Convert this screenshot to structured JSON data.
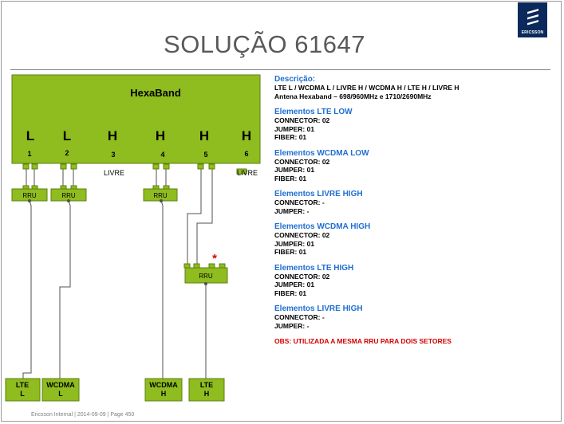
{
  "title": "SOLUÇÃO 61647",
  "logo": {
    "word": "ERICSSON"
  },
  "antenna": {
    "name": "HexaBand",
    "ports": [
      {
        "band": "L",
        "number": "1"
      },
      {
        "band": "L",
        "number": "2"
      },
      {
        "band": "H",
        "number": "3"
      },
      {
        "band": "H",
        "number": "4"
      },
      {
        "band": "H",
        "number": "5"
      },
      {
        "band": "H",
        "number": "6"
      }
    ],
    "livre_labels": [
      "LIVRE",
      "LIVRE"
    ]
  },
  "rru_label": "RRU",
  "sectors": [
    {
      "line1": "LTE",
      "line2": "L"
    },
    {
      "line1": "WCDMA",
      "line2": "L"
    },
    {
      "line1": "WCDMA",
      "line2": "H"
    },
    {
      "line1": "LTE",
      "line2": "H"
    }
  ],
  "asterisk": "*",
  "description": {
    "heading": "Descrição:",
    "line1": "LTE L / WCDMA L / LIVRE H / WCDMA H / LTE H / LIVRE H",
    "line2": "Antena Hexaband – 698/960MHz  e  1710/2690MHz"
  },
  "elements": [
    {
      "title": "Elementos LTE LOW",
      "lines": [
        "CONNECTOR: 02",
        "JUMPER: 01",
        "FIBER: 01"
      ]
    },
    {
      "title": "Elementos WCDMA LOW",
      "lines": [
        "CONNECTOR: 02",
        "JUMPER: 01",
        "FIBER: 01"
      ]
    },
    {
      "title": "Elementos LIVRE HIGH",
      "lines": [
        "CONNECTOR: -",
        "JUMPER: -"
      ]
    },
    {
      "title": "Elementos WCDMA HIGH",
      "lines": [
        "CONNECTOR: 02",
        "JUMPER: 01",
        "FIBER: 01"
      ]
    },
    {
      "title": "Elementos LTE HIGH",
      "lines": [
        "CONNECTOR: 02",
        "JUMPER: 01",
        "FIBER: 01"
      ]
    },
    {
      "title": "Elementos LIVRE HIGH",
      "lines": [
        "CONNECTOR: -",
        "JUMPER: -"
      ]
    }
  ],
  "obs": "OBS: UTILIZADA A MESMA RRU PARA DOIS SETORES",
  "footer": "Ericsson Internal  |  2014-09-09  |  Page 450",
  "colors": {
    "green": "#8fbc1e",
    "green_dark": "#5e7f12",
    "title_blue": "#1f6fd1",
    "obs_red": "#d00000",
    "logo_navy": "#0b2a5b"
  }
}
